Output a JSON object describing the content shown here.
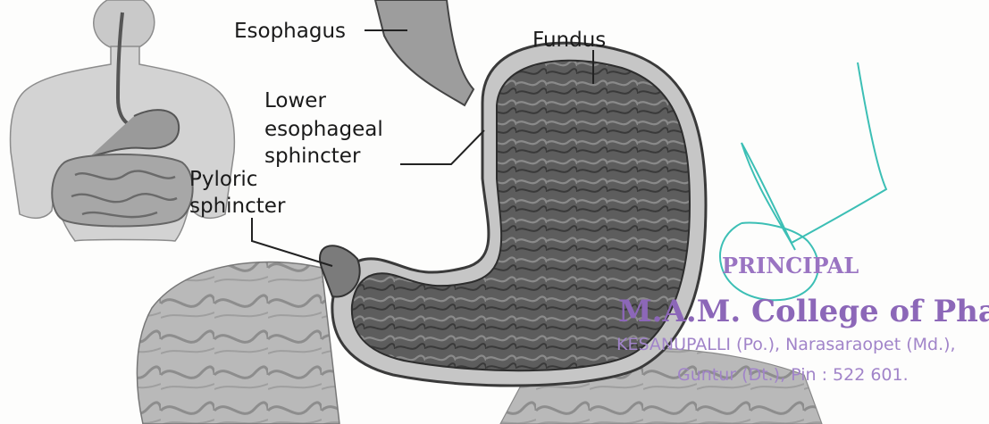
{
  "labels": {
    "esophagus": "Esophagus",
    "fundus": "Fundus",
    "les_line1": "Lower",
    "les_line2": "esophageal",
    "les_line3": "sphincter",
    "pyloric_line1": "Pyloric",
    "pyloric_line2": "sphincter"
  },
  "stamp": {
    "title": "PRINCIPAL",
    "college": "M.A.M. College of Pharmacy",
    "address_line1": "KESANUPALLI (Po.), Narasaraopet (Md.),",
    "address_line2": "Guntur (Dt.), Pin : 522 601."
  },
  "colors": {
    "stamp": "#9a74c2",
    "signature": "#3cbfb5",
    "label": "#1a1a1a"
  }
}
